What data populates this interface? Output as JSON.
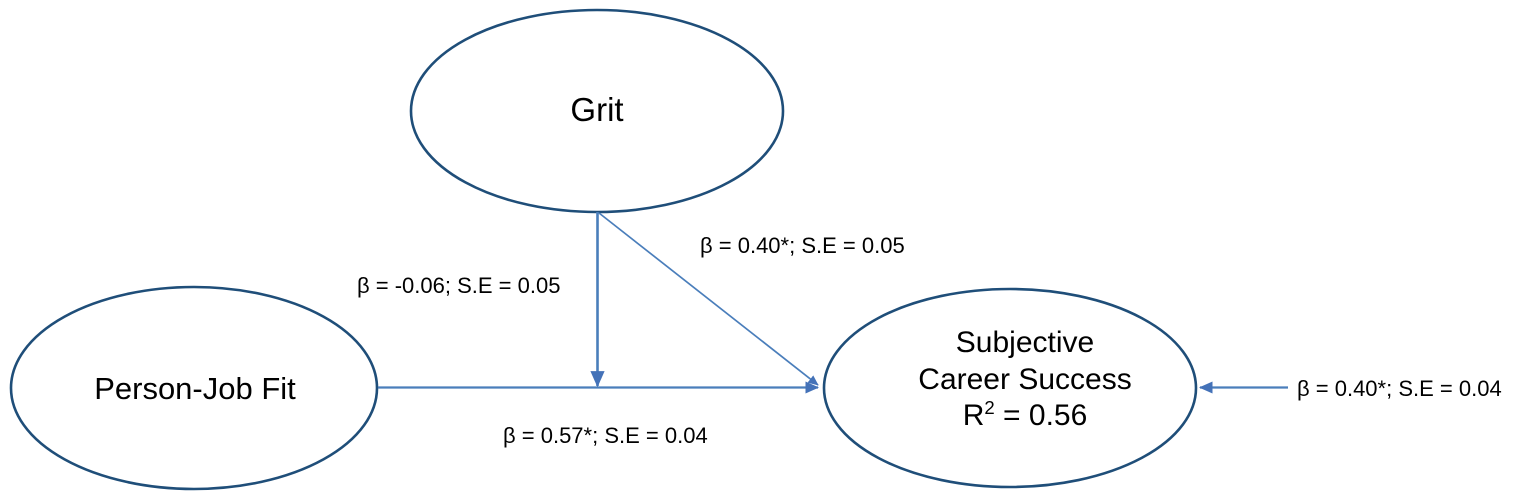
{
  "diagram": {
    "type": "path-model",
    "title": "",
    "colors": {
      "ellipse_stroke": "#1F4E79",
      "arrow_stroke": "#4A7EBB",
      "arrow_fill": "#4472B8",
      "text": "#000000",
      "background": "#FFFFFF"
    },
    "nodes": [
      {
        "id": "grit",
        "label": "Grit",
        "lines": [
          "Grit"
        ],
        "shape": "ellipse"
      },
      {
        "id": "person_job_fit",
        "label": "Person-Job Fit",
        "lines": [
          "Person-Job Fit"
        ],
        "shape": "ellipse"
      },
      {
        "id": "subjective_career_success",
        "label": "Subjective Career Success R2 = 0.56",
        "lines": [
          "Subjective",
          "Career Success"
        ],
        "r_squared_prefix": "R",
        "r_squared_exponent": "2",
        "r_squared_value": " = 0.56",
        "shape": "ellipse"
      }
    ],
    "paths": [
      {
        "id": "grit_to_pjfit_scs_link",
        "from": "grit",
        "to": "person_job_fit-to-scs path",
        "label": "β = -0.06; S.E = 0.05",
        "beta": "-0.06",
        "se": "0.05",
        "significant": false
      },
      {
        "id": "grit_to_scs",
        "from": "grit",
        "to": "subjective_career_success",
        "label": "β = 0.40*; S.E = 0.05",
        "beta": "0.40",
        "se": "0.05",
        "significant": true
      },
      {
        "id": "pjfit_to_scs",
        "from": "person_job_fit",
        "to": "subjective_career_success",
        "label": "β = 0.57*; S.E = 0.04",
        "beta": "0.57",
        "se": "0.04",
        "significant": true
      },
      {
        "id": "external_to_scs",
        "from": "",
        "to": "subjective_career_success",
        "label": "β = 0.40*; S.E = 0.04",
        "beta": "0.40",
        "se": "0.04",
        "significant": true
      }
    ]
  }
}
